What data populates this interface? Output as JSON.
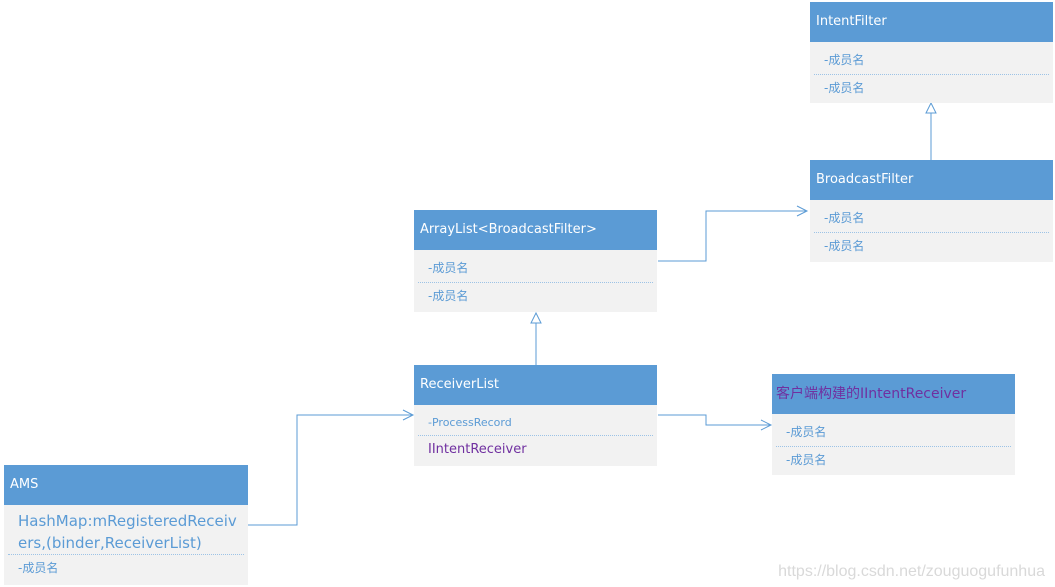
{
  "classes": {
    "intentfilter": {
      "title": "IntentFilter",
      "rows": [
        "-成员名",
        "-成员名"
      ]
    },
    "broadcastfilter": {
      "title": "BroadcastFilter",
      "rows": [
        "-成员名",
        "-成员名"
      ]
    },
    "arraylist": {
      "title": "ArrayList<BroadcastFilter>",
      "rows": [
        "-成员名",
        "-成员名"
      ]
    },
    "receiverlist": {
      "title": "ReceiverList",
      "rows": [
        "-ProcessRecord",
        "IIntentReceiver"
      ]
    },
    "client_receiver": {
      "title": "客户端构建的IIntentReceiver",
      "rows": [
        "-成员名",
        "-成员名"
      ]
    },
    "ams": {
      "title": "AMS",
      "rows": [
        "HashMap:mRegisteredReceivers,(binder,ReceiverList)",
        "-成员名"
      ]
    }
  },
  "watermark": "https://blog.csdn.net/zouguogufunhua",
  "colors": {
    "header": "#5b9bd5",
    "body": "#f2f2f2",
    "text_blue": "#5b9bd5",
    "text_purple": "#7030a0",
    "line": "#5b9bd5"
  }
}
